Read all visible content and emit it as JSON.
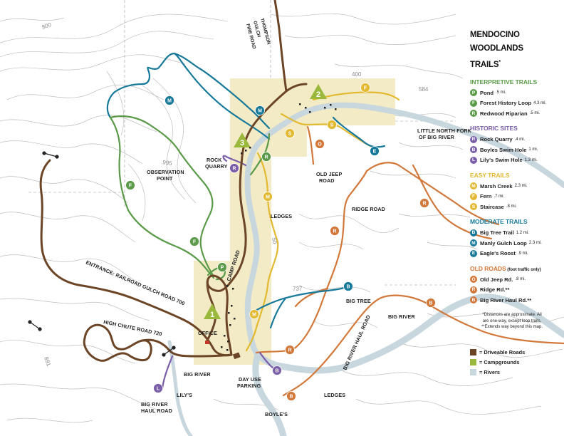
{
  "title": {
    "line1": "MENDOCINO",
    "line2": "WOODLANDS",
    "line3": "TRAILS",
    "mark": "*"
  },
  "colors": {
    "interpretive": "#5a9a48",
    "historic": "#7b5ea8",
    "easy": "#e2b930",
    "moderate": "#17799a",
    "old_roads": "#d2783a",
    "road": "#6b4526",
    "campground": "#9ab83b",
    "river": "#c8d6de",
    "area": "#f3ebc6"
  },
  "legend": {
    "interpretive": {
      "heading": "INTERPRETIVE TRAILS",
      "items": [
        {
          "code": "P",
          "name": "Pond",
          "length": ".5 mi."
        },
        {
          "code": "F",
          "name": "Forest History Loop",
          "length": "4.3 mi."
        },
        {
          "code": "R",
          "name": "Redwood Riparian",
          "length": ".5 mi."
        }
      ]
    },
    "historic": {
      "heading": "HISTORIC SITES",
      "items": [
        {
          "code": "R",
          "name": "Rock Quarry",
          "length": ".4 mi."
        },
        {
          "code": "B",
          "name": "Boyles Swim Hole",
          "length": "1 mi."
        },
        {
          "code": "L",
          "name": "Lily's Swim Hole",
          "length": "1.3 mi."
        }
      ]
    },
    "easy": {
      "heading": "EASY TRAILS",
      "items": [
        {
          "code": "M",
          "name": "Marsh Creek",
          "length": "2.3 mi."
        },
        {
          "code": "F",
          "name": "Fern",
          "length": ".7 mi."
        },
        {
          "code": "S",
          "name": "Staircase",
          "length": ".8 mi."
        }
      ]
    },
    "moderate": {
      "heading": "MODERATE TRAILS",
      "items": [
        {
          "code": "B",
          "name": "Big Tree Trail",
          "length": "1.2 mi."
        },
        {
          "code": "M",
          "name": "Manly Gulch Loop",
          "length": "2.3 mi."
        },
        {
          "code": "E",
          "name": "Eagle's Roost",
          "length": ".9 mi."
        }
      ]
    },
    "old_roads": {
      "heading": "OLD ROADS",
      "heading_note": "(foot traffic only)",
      "items": [
        {
          "code": "O",
          "name": "Old Jeep Rd.",
          "length": ".8 mi."
        },
        {
          "code": "R",
          "name": "Ridge Rd.**",
          "length": ""
        },
        {
          "code": "B",
          "name": "Big River Haul Rd.**",
          "length": ""
        }
      ]
    },
    "notes": {
      "line1": "*Distances are approximate. All",
      "line2": "are one-way, except loop trails.",
      "line3": "**Extends way beyond this map."
    },
    "keys": [
      {
        "label": "= Driveable Roads",
        "color": "#6b4526"
      },
      {
        "label": "= Campgrounds",
        "color": "#9ab83b"
      },
      {
        "label": "= Rivers",
        "color": "#c8d6de"
      }
    ]
  },
  "map_labels": {
    "thompson": "THOMPSON",
    "gulch": "GULCH",
    "fire_road": "FIRE ROAD",
    "rock": "ROCK",
    "quarry": "QUARRY",
    "observation": "OBSERVATION",
    "point": "POINT",
    "old_jeep": "OLD JEEP",
    "road": "ROAD",
    "little_north_fork": "LITTLE NORTH FORK",
    "of_big_river": "OF BIG RIVER",
    "ridge_road": "RIDGE ROAD",
    "ledges_upper": "LEDGES",
    "camp_road": "CAMP ROAD",
    "entrance_road": "ENTRANCE: RAILROAD GULCH ROAD 700",
    "high_chute": "HIGH CHUTE ROAD 720",
    "office": "OFFICE",
    "day_use": "DAY USE",
    "parking": "PARKING",
    "big_river_bottom": "BIG RIVER",
    "lilys": "LILY'S",
    "big_river_haul": "BIG RIVER",
    "haul_road": "HAUL ROAD",
    "boyles": "BOYLE'S",
    "ledges_lower": "LEDGES",
    "big_tree": "BIG TREE",
    "big_river_right": "BIG RIVER",
    "big_river_haul_road": "BIG RIVER HAUL ROAD"
  },
  "elevations": {
    "e800": "800",
    "e400": "400",
    "e584": "584",
    "e995": "995",
    "e50": "50",
    "e737": "737",
    "e891": "891"
  },
  "campgrounds": {
    "c1": "1",
    "c2": "2",
    "c3": "3"
  }
}
